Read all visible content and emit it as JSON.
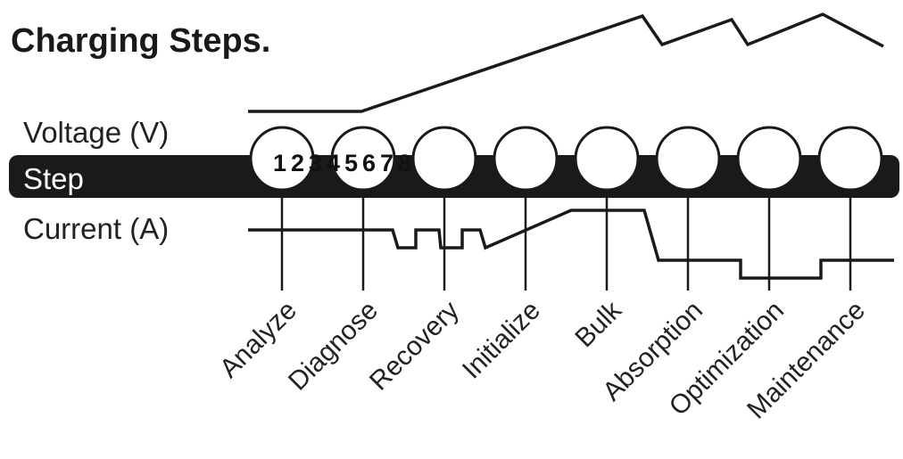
{
  "title": "Charging Steps.",
  "rows": {
    "voltage": "Voltage (V)",
    "step": "Step",
    "current": "Current (A)"
  },
  "steps": [
    {
      "number": "1",
      "name": "Analyze"
    },
    {
      "number": "2",
      "name": "Diagnose"
    },
    {
      "number": "3",
      "name": "Recovery"
    },
    {
      "number": "4",
      "name": "Initialize"
    },
    {
      "number": "5",
      "name": "Bulk"
    },
    {
      "number": "6",
      "name": "Absorption"
    },
    {
      "number": "7",
      "name": "Optimization"
    },
    {
      "number": "8",
      "name": "Maintenance"
    }
  ],
  "colors": {
    "band": "#1a1a1a",
    "stroke": "#1a1a1a",
    "circle_fill": "#ffffff"
  }
}
